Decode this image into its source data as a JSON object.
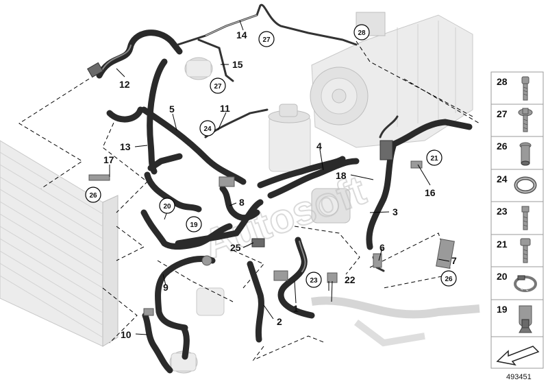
{
  "diagram": {
    "callouts": [
      "1",
      "2",
      "3",
      "4",
      "5",
      "6",
      "7",
      "8",
      "9",
      "10",
      "11",
      "12",
      "13",
      "14",
      "15",
      "16",
      "17",
      "18",
      "22",
      "25"
    ],
    "circled_callouts": [
      "19",
      "20",
      "21",
      "23",
      "24",
      "26",
      "27",
      "28"
    ],
    "watermark": "Autosoft"
  },
  "legend": {
    "items": [
      {
        "number": "28",
        "icon": "bolt-icon"
      },
      {
        "number": "27",
        "icon": "flange-bolt-icon"
      },
      {
        "number": "26",
        "icon": "rivet-nut-icon"
      },
      {
        "number": "24",
        "icon": "spring-clip-icon"
      },
      {
        "number": "23",
        "icon": "hex-bolt-icon"
      },
      {
        "number": "21",
        "icon": "flange-screw-icon"
      },
      {
        "number": "20",
        "icon": "hose-clamp-icon"
      },
      {
        "number": "19",
        "icon": "holder-clip-icon"
      }
    ]
  },
  "footer": {
    "code": "493451"
  }
}
